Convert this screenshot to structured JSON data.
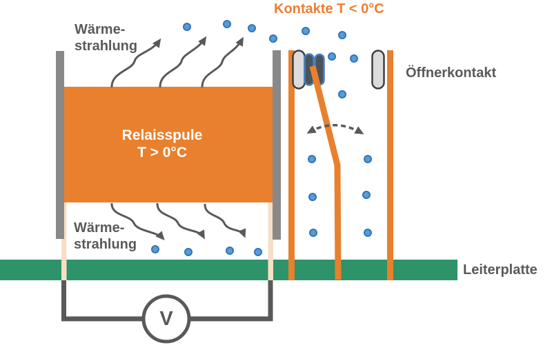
{
  "diagram": {
    "labels": {
      "contacts_title": "Kontakte T < 0°C",
      "heat_top": [
        "Wärme-",
        "strahlung"
      ],
      "coil": [
        "Relaisspule",
        "T > 0°C"
      ],
      "opener": "Öffnerkontakt",
      "heat_bottom": [
        "Wärme-",
        "strahlung"
      ],
      "board": "Leiterplatte",
      "voltmeter": "V"
    },
    "colors": {
      "orange": "#E8802E",
      "orange_text": "#ED7D31",
      "green_board": "#2E9368",
      "frame_gray": "#898989",
      "dark_gray": "#595959",
      "particle_fill": "#5B9BD5",
      "particle_border": "#2E75B6",
      "pad_fill": "#DCDCDC",
      "pad_border": "#3F3F3F",
      "contact_dark": "#4A545C",
      "contact_ring": "#4781BD",
      "coil_leg_cream": "#F6E0C5"
    }
  }
}
